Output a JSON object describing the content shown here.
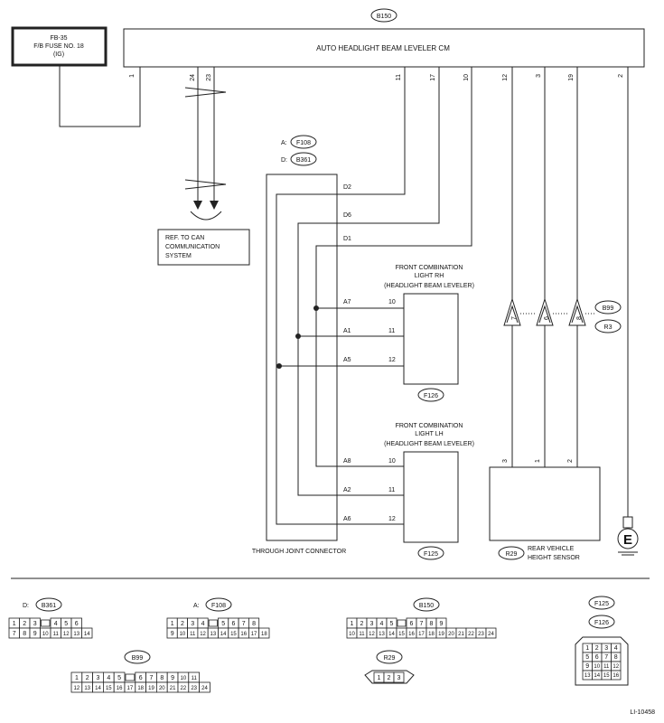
{
  "ecm": {
    "code": "B150",
    "name": "AUTO HEADLIGHT BEAM LEVELER CM",
    "pins": {
      "p1": "1",
      "p24": "24",
      "p23": "23",
      "p11": "11",
      "p17": "17",
      "p10": "10",
      "p12": "12",
      "p3": "3",
      "p19": "19",
      "p2": "2"
    }
  },
  "fuse": {
    "line1": "FB-35",
    "line2": "F/B FUSE NO. 18",
    "line3": "(IG)"
  },
  "can_ref": {
    "line1": "REF. TO CAN",
    "line2": "COMMUNICATION",
    "line3": "SYSTEM"
  },
  "joint": {
    "label_a": "A:",
    "code_a": "F108",
    "label_d": "D:",
    "code_d": "B361",
    "name": "THROUGH JOINT CONNECTOR",
    "pins": {
      "d2": "D2",
      "d6": "D6",
      "d1": "D1",
      "a7": "A7",
      "a1": "A1",
      "a5": "A5",
      "a8": "A8",
      "a2": "A2",
      "a6": "A6"
    }
  },
  "light_rh": {
    "line1": "FRONT COMBINATION",
    "line2": "LIGHT RH",
    "line3": "(HEADLIGHT BEAM LEVELER)",
    "code": "F126",
    "pins": {
      "p10": "10",
      "p11": "11",
      "p12": "12"
    }
  },
  "light_lh": {
    "line1": "FRONT COMBINATION",
    "line2": "LIGHT LH",
    "line3": "(HEADLIGHT BEAM LEVELER)",
    "code": "F125",
    "pins": {
      "p10": "10",
      "p11": "11",
      "p12": "12"
    }
  },
  "sensor": {
    "code": "R29",
    "line1": "REAR VEHICLE",
    "line2": "HEIGHT SENSOR",
    "pins": {
      "p3": "3",
      "p1": "1",
      "p2": "2"
    }
  },
  "b99": {
    "code_b99": "B99",
    "code_r3": "R3",
    "pins": {
      "p7": "7",
      "p6": "6",
      "p8": "8"
    }
  },
  "ground": {
    "symbol": "E"
  },
  "connectors": {
    "d_label": "D:",
    "d_code": "B361",
    "a_label": "A:",
    "a_code": "F108",
    "b150_code": "B150",
    "b99_code": "B99",
    "r29_code": "R29",
    "f125_code": "F125",
    "f126_code": "F126"
  },
  "pin_grids": {
    "b361": [
      [
        "1",
        "2",
        "3",
        "",
        "4",
        "5",
        "6"
      ],
      [
        "7",
        "8",
        "9",
        "10",
        "11",
        "12",
        "13",
        "14"
      ]
    ],
    "f108": [
      [
        "1",
        "2",
        "3",
        "4",
        "",
        "5",
        "6",
        "7",
        "8"
      ],
      [
        "9",
        "10",
        "11",
        "12",
        "13",
        "14",
        "15",
        "16",
        "17",
        "18"
      ]
    ],
    "b150": [
      [
        "1",
        "2",
        "3",
        "4",
        "5",
        "",
        "6",
        "7",
        "8",
        "9"
      ],
      [
        "10",
        "11",
        "12",
        "13",
        "14",
        "15",
        "16",
        "17",
        "18",
        "19",
        "20",
        "21",
        "22",
        "23",
        "24"
      ]
    ],
    "b99": [
      [
        "1",
        "2",
        "3",
        "4",
        "5",
        "",
        "6",
        "7",
        "8",
        "9",
        "10",
        "11"
      ],
      [
        "12",
        "13",
        "14",
        "15",
        "16",
        "17",
        "18",
        "19",
        "20",
        "21",
        "22",
        "23",
        "24"
      ]
    ],
    "r29": [
      [
        "1",
        "2",
        "3"
      ]
    ],
    "f125": [
      [
        "1",
        "2",
        "3",
        "4"
      ],
      [
        "5",
        "6",
        "7",
        "8"
      ],
      [
        "9",
        "10",
        "11",
        "12"
      ],
      [
        "13",
        "14",
        "15",
        "16"
      ]
    ]
  },
  "figure_id": "LI-10458"
}
